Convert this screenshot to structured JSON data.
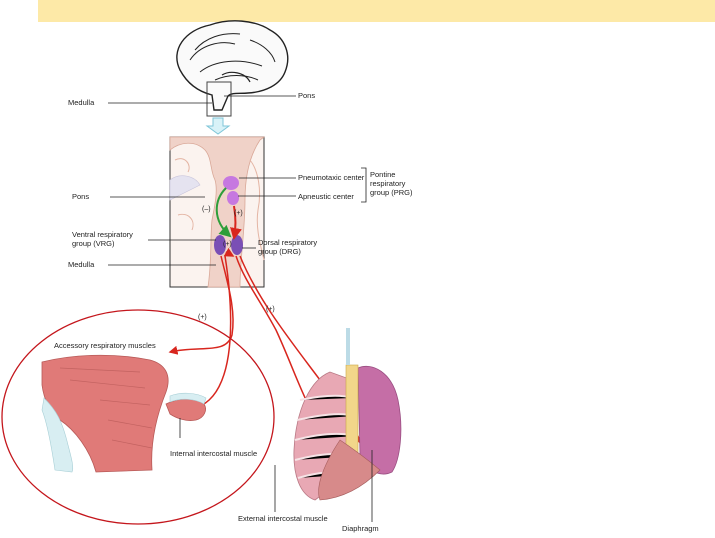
{
  "labels": {
    "medulla_top": "Medulla",
    "pons_top": "Pons",
    "pneumotaxic": "Pneumotaxic center",
    "apneustic": "Apneustic center",
    "prg": "Pontine\nrespiratory\ngroup (PRG)",
    "pons_mid": "Pons",
    "vrg": "Ventral respiratory\ngroup (VRG)",
    "drg": "Dorsal respiratory\ngroup (DRG)",
    "medulla_mid": "Medulla",
    "minus": "(–)",
    "plus_apneustic": "(+)",
    "plus_center": "(+)",
    "plus_left": "(+)",
    "plus_right": "(+)",
    "accessory": "Accessory respiratory muscles",
    "internal": "Internal intercostal muscle",
    "external": "External intercostal muscle",
    "diaphragm": "Diaphragm"
  },
  "colors": {
    "banner": "#fde9a7",
    "inhibit_arrow": "#2e9e3a",
    "excite_arrow": "#d8261e",
    "center_purple": "#c678e0",
    "group_purple": "#7a4fb5",
    "muscle": "#e07a78",
    "callout": "#c4161c"
  },
  "icons": [
    "brain-icon",
    "down-arrow-icon",
    "muscle-illustration",
    "ribcage-illustration"
  ]
}
